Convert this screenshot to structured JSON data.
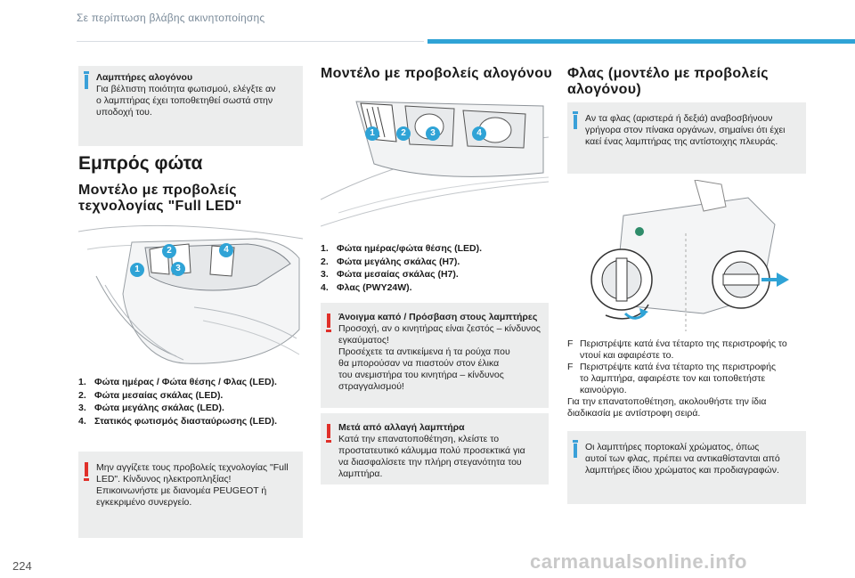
{
  "header": {
    "title": "Σε περίπτωση βλάβης ακινητοποίησης"
  },
  "page_number": "224",
  "col1": {
    "info_box": {
      "title": "Λαμπτήρες αλογόνου",
      "lines": [
        "Για βέλτιστη ποιότητα φωτισμού, ελέγξτε αν",
        "ο λαμπτήρας έχει τοποθετηθεί σωστά στην",
        "υποδοχή του."
      ]
    },
    "section_title": "Εμπρός φώτα",
    "subsection_title_lines": [
      "Μοντέλο με προβολείς",
      "τεχνολογίας \"Full LED\""
    ],
    "badges": [
      "1",
      "2",
      "3",
      "4"
    ],
    "list": [
      {
        "num": "1.",
        "text": "Φώτα ημέρας / Φώτα θέσης / Φλας (LED)."
      },
      {
        "num": "2.",
        "text": "Φώτα μεσαίας σκάλας (LED)."
      },
      {
        "num": "3.",
        "text": "Φώτα μεγάλης σκάλας (LED)."
      },
      {
        "num": "4.",
        "text": "Στατικός φωτισμός διασταύρωσης (LED)."
      }
    ],
    "warning_box": {
      "lines": [
        "Μην αγγίζετε τους προβολείς τεχνολογίας \"Full",
        "LED\". Κίνδυνος ηλεκτροπληξίας!",
        "Επικοινωνήστε με διανομέα PEUGEOT ή",
        "εγκεκριμένο συνεργείο."
      ]
    }
  },
  "col2": {
    "title": "Μοντέλο με προβολείς αλογόνου",
    "badges": [
      "1",
      "2",
      "3",
      "4"
    ],
    "list": [
      {
        "num": "1.",
        "text": "Φώτα ημέρας/φώτα θέσης (LED)."
      },
      {
        "num": "2.",
        "text": "Φώτα μεγάλης σκάλας (H7)."
      },
      {
        "num": "3.",
        "text": "Φώτα μεσαίας σκάλας (H7)."
      },
      {
        "num": "4.",
        "text": "Φλας (PWY24W)."
      }
    ],
    "warning1": {
      "title": "Άνοιγμα καπό / Πρόσβαση στους λαμπτήρες",
      "lines": [
        "Προσοχή, αν ο κινητήρας είναι ζεστός – κίνδυνος",
        "εγκαύματος!",
        "Προσέχετε τα αντικείμενα ή τα ρούχα που",
        "θα μπορούσαν να πιαστούν στον έλικα",
        "του ανεμιστήρα του κινητήρα – κίνδυνος",
        "στραγγαλισμού!"
      ]
    },
    "warning2": {
      "title": "Μετά από αλλαγή λαμπτήρα",
      "lines": [
        "Κατά την επανατοποθέτηση, κλείστε το",
        "προστατευτικό κάλυμμα πολύ προσεκτικά για",
        "να διασφαλίσετε την πλήρη στεγανότητα του",
        "λαμπτήρα."
      ]
    }
  },
  "col3": {
    "title_lines": [
      "Φλας (μοντέλο με προβολείς",
      "αλογόνου)"
    ],
    "info1": {
      "lines": [
        "Αν τα φλας (αριστερά ή δεξιά) αναβοσβήνουν",
        "γρήγορα στον πίνακα οργάνων, σημαίνει ότι έχει",
        "καεί ένας λαμπτήρας της αντίστοιχης πλευράς."
      ]
    },
    "steps": [
      {
        "bullet": "F",
        "lines": [
          "Περιστρέψτε κατά ένα τέταρτο της περιστροφής το",
          "ντουί και αφαιρέστε το."
        ]
      },
      {
        "bullet": "F",
        "lines": [
          "Περιστρέψτε κατά ένα τέταρτο της περιστροφής",
          "το λαμπτήρα, αφαιρέστε τον και τοποθετήστε",
          "καινούργιο."
        ]
      }
    ],
    "footer_lines": [
      "Για την επανατοποθέτηση, ακολουθήστε την ίδια",
      "διαδικασία με αντίστροφη σειρά."
    ],
    "info2": {
      "lines": [
        "Οι λαμπτήρες πορτοκαλί χρώματος, όπως",
        "αυτοί των φλας, πρέπει να αντικαθίστανται από",
        "λαμπτήρες ίδιου χρώματος και προδιαγραφών."
      ]
    }
  },
  "watermark": "carmanualsonline.info",
  "colors": {
    "accent": "#2fa3d6",
    "warning": "#e0302a",
    "box_bg": "#eceded"
  }
}
